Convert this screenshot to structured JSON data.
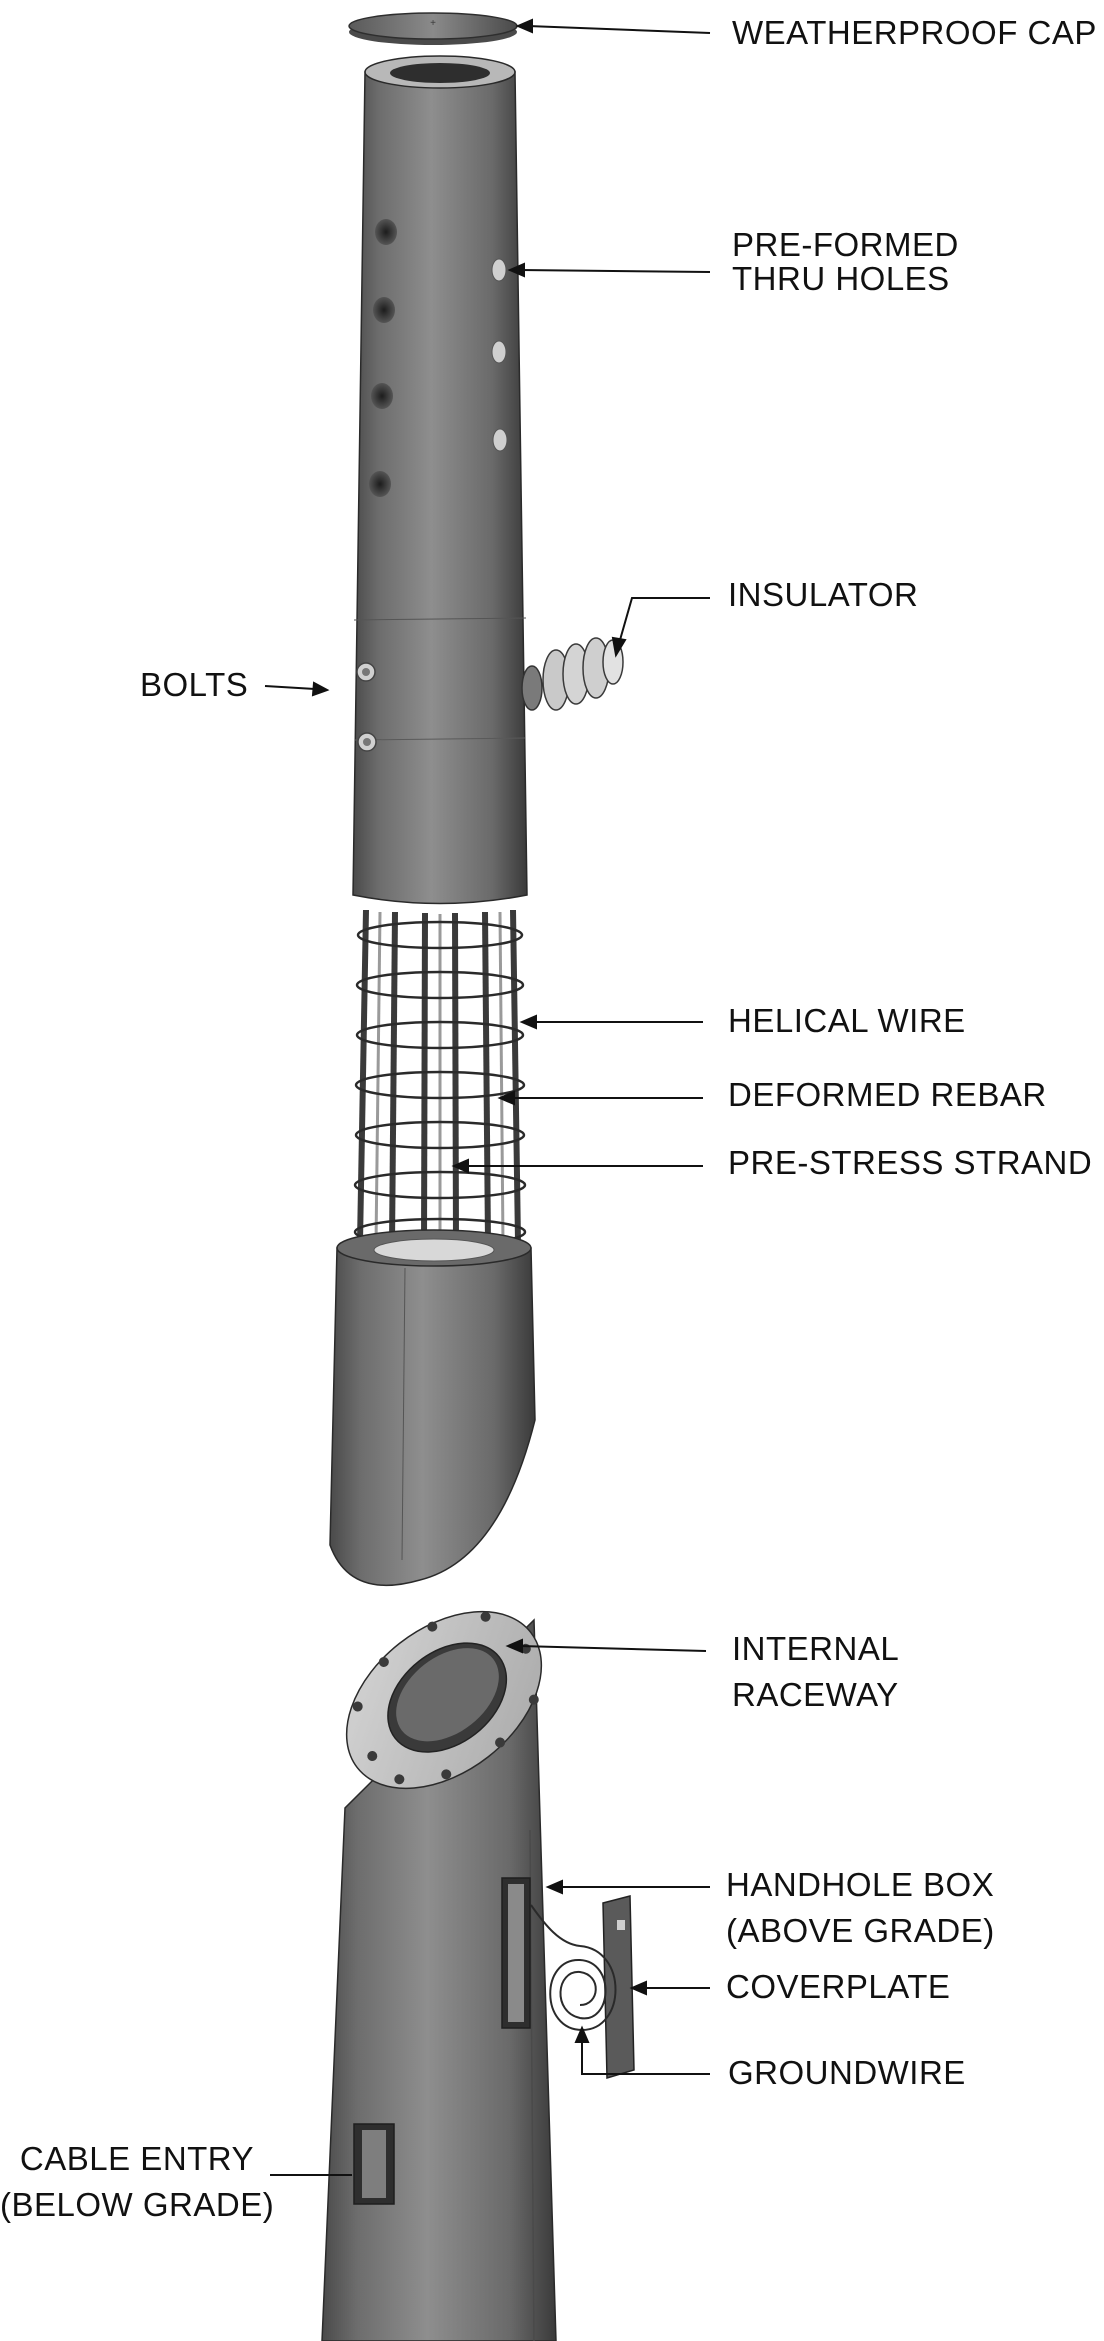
{
  "diagram": {
    "colors": {
      "background": "#ffffff",
      "line": "#111111",
      "concrete_light": "#8c8c8c",
      "concrete_dark": "#3e3e3e"
    },
    "labels": {
      "weatherproof_cap": "WEATHERPROOF CAP",
      "preformed_holes_line1": "PRE-FORMED",
      "preformed_holes_line2": "THRU HOLES",
      "insulator": "INSULATOR",
      "bolts": "BOLTS",
      "helical_wire": "HELICAL WIRE",
      "deformed_rebar": "DEFORMED REBAR",
      "prestress_strand": "PRE-STRESS STRAND",
      "internal_raceway_line1": "INTERNAL",
      "internal_raceway_line2": "RACEWAY",
      "handhole_line1": "HANDHOLE BOX",
      "handhole_line2": "(ABOVE GRADE)",
      "coverplate": "COVERPLATE",
      "groundwire": "GROUNDWIRE",
      "cable_entry_line1": "CABLE ENTRY",
      "cable_entry_line2": "(BELOW GRADE)"
    }
  }
}
